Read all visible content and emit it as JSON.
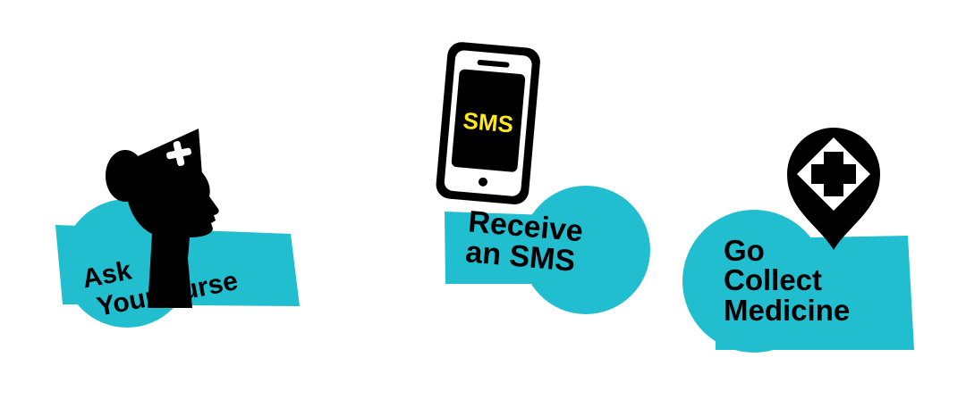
{
  "colors": {
    "accent": "#21BED0",
    "ink": "#000000",
    "paper": "#FFFFFF",
    "sms_highlight": "#FFE81A"
  },
  "steps": [
    {
      "icon": "nurse-head-icon",
      "line1": "Ask",
      "line2": "Your Nurse"
    },
    {
      "icon": "mobile-phone-icon",
      "screen_label": "SMS",
      "line1": "Receive",
      "line2": "an SMS"
    },
    {
      "icon": "pharmacy-map-pin-icon",
      "line1": "Go",
      "line2": "Collect",
      "line3": "Medicine"
    }
  ]
}
